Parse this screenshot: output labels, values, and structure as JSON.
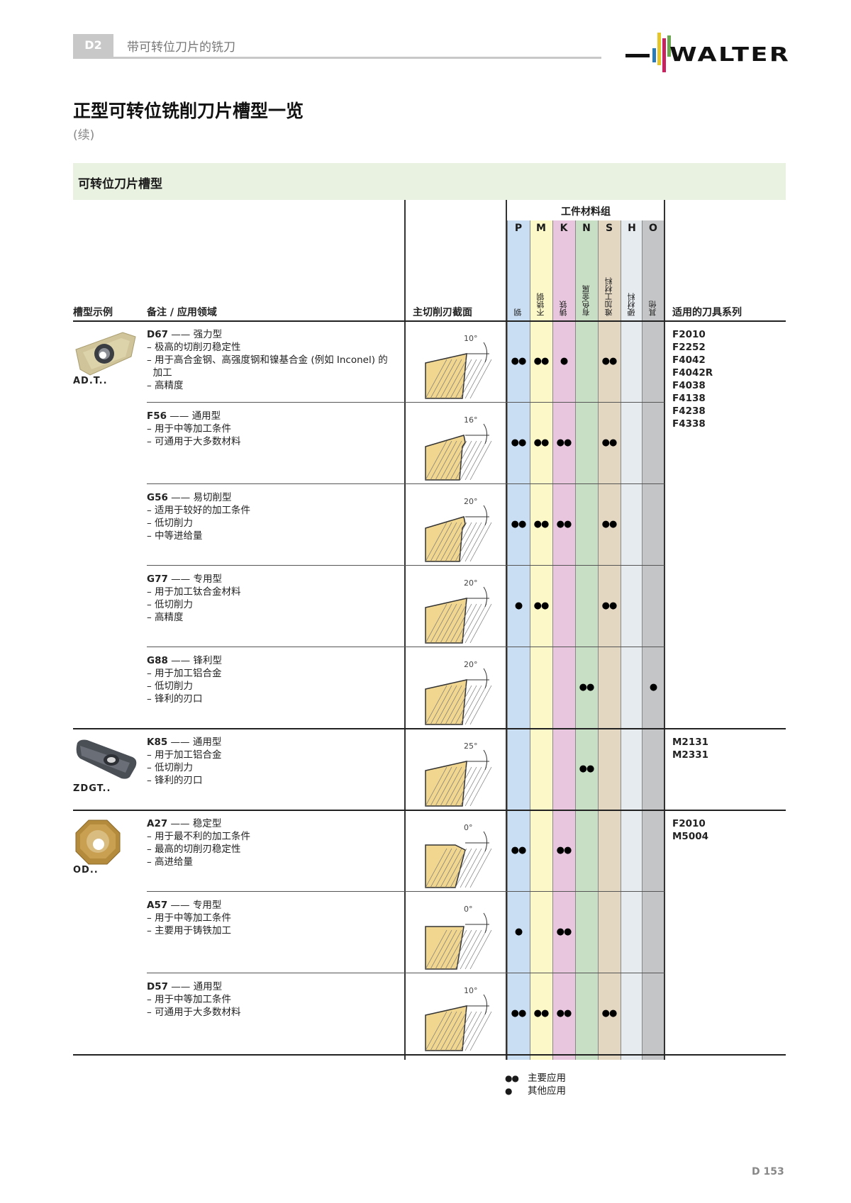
{
  "header": {
    "section_tag": "D2",
    "section_title": "带可转位刀片的铣刀",
    "brand": "WALTER",
    "brand_bar_colors": [
      "#2a7ab8",
      "#e5c62a",
      "#c8235f",
      "#6aa84f"
    ]
  },
  "page": {
    "title": "正型可转位铣削刀片槽型一览",
    "subtitle": "(续)",
    "section_band": "可转位刀片槽型",
    "page_number": "D 153"
  },
  "table": {
    "headers": {
      "example": "槽型示例",
      "notes": "备注 / 应用领域",
      "section": "主切削刃截面",
      "material_group": "工件材料组",
      "series": "适用的刀具系列"
    },
    "materials": [
      {
        "code": "P",
        "name": "钢",
        "color": "#c9def3"
      },
      {
        "code": "M",
        "name": "不锈钢",
        "color": "#fcf8c8"
      },
      {
        "code": "K",
        "name": "铸铁",
        "color": "#e8c6de"
      },
      {
        "code": "N",
        "name": "有色金属",
        "color": "#c8dfc6"
      },
      {
        "code": "S",
        "name": "难加工材料",
        "color": "#e4d7c2"
      },
      {
        "code": "H",
        "name": "硬材料",
        "color": "#e6ebf0"
      },
      {
        "code": "O",
        "name": "其他",
        "color": "#c4c5c6"
      }
    ],
    "groups": [
      {
        "insert": "AD.T..",
        "insert_icon": "rhombic-insert-gold",
        "series": [
          "F2010",
          "F2252",
          "F4042",
          "F4042R",
          "F4038",
          "F4138",
          "F4238",
          "F4338"
        ],
        "rows": [
          {
            "code": "D67",
            "type": "强力型",
            "notes": [
              "– 极高的切削刃稳定性",
              "– 用于高合金钢、高强度钢和镍基合金 (例如 Inconel) 的",
              "  加工",
              "– 高精度"
            ],
            "angle": "10°",
            "marks": {
              "P": "●●",
              "M": "●●",
              "K": "●",
              "N": "",
              "S": "●●",
              "H": "",
              "O": ""
            }
          },
          {
            "code": "F56",
            "type": "通用型",
            "notes": [
              "– 用于中等加工条件",
              "– 可通用于大多数材料"
            ],
            "angle": "16°",
            "marks": {
              "P": "●●",
              "M": "●●",
              "K": "●●",
              "N": "",
              "S": "●●",
              "H": "",
              "O": ""
            }
          },
          {
            "code": "G56",
            "type": "易切削型",
            "notes": [
              "– 适用于较好的加工条件",
              "– 低切削力",
              "– 中等进给量"
            ],
            "angle": "20°",
            "marks": {
              "P": "●●",
              "M": "●●",
              "K": "●●",
              "N": "",
              "S": "●●",
              "H": "",
              "O": ""
            }
          },
          {
            "code": "G77",
            "type": "专用型",
            "notes": [
              "– 用于加工钛合金材料",
              "– 低切削力",
              "– 高精度"
            ],
            "angle": "20°",
            "marks": {
              "P": "●",
              "M": "●●",
              "K": "",
              "N": "",
              "S": "●●",
              "H": "",
              "O": ""
            }
          },
          {
            "code": "G88",
            "type": "锋利型",
            "notes": [
              "– 用于加工铝合金",
              "– 低切削力",
              "– 锋利的刃口"
            ],
            "angle": "20°",
            "marks": {
              "P": "",
              "M": "",
              "K": "",
              "N": "●●",
              "S": "",
              "H": "",
              "O": "●"
            }
          }
        ]
      },
      {
        "insert": "ZDGT..",
        "insert_icon": "rectangular-insert-dark",
        "series": [
          "M2131",
          "M2331"
        ],
        "rows": [
          {
            "code": "K85",
            "type": "通用型",
            "notes": [
              "– 用于加工铝合金",
              "– 低切削力",
              "– 锋利的刃口"
            ],
            "angle": "25°",
            "marks": {
              "P": "",
              "M": "",
              "K": "",
              "N": "●●",
              "S": "",
              "H": "",
              "O": ""
            }
          }
        ]
      },
      {
        "insert": "OD..",
        "insert_icon": "octagonal-insert-gold",
        "series": [
          "F2010",
          "M5004"
        ],
        "rows": [
          {
            "code": "A27",
            "type": "稳定型",
            "notes": [
              "– 用于最不利的加工条件",
              "– 最高的切削刃稳定性",
              "– 高进给量"
            ],
            "angle": "0°",
            "marks": {
              "P": "●●",
              "M": "",
              "K": "●●",
              "N": "",
              "S": "",
              "H": "",
              "O": ""
            }
          },
          {
            "code": "A57",
            "type": "专用型",
            "notes": [
              "– 用于中等加工条件",
              "– 主要用于铸铁加工"
            ],
            "angle": "0°",
            "marks": {
              "P": "●",
              "M": "",
              "K": "●●",
              "N": "",
              "S": "",
              "H": "",
              "O": ""
            }
          },
          {
            "code": "D57",
            "type": "通用型",
            "notes": [
              "– 用于中等加工条件",
              "– 可通用于大多数材料"
            ],
            "angle": "10°",
            "marks": {
              "P": "●●",
              "M": "●●",
              "K": "●●",
              "N": "",
              "S": "●●",
              "H": "",
              "O": ""
            }
          }
        ]
      }
    ]
  },
  "legend": [
    {
      "symbol": "●●",
      "label": "主要应用"
    },
    {
      "symbol": "●",
      "label": "其他应用"
    }
  ]
}
